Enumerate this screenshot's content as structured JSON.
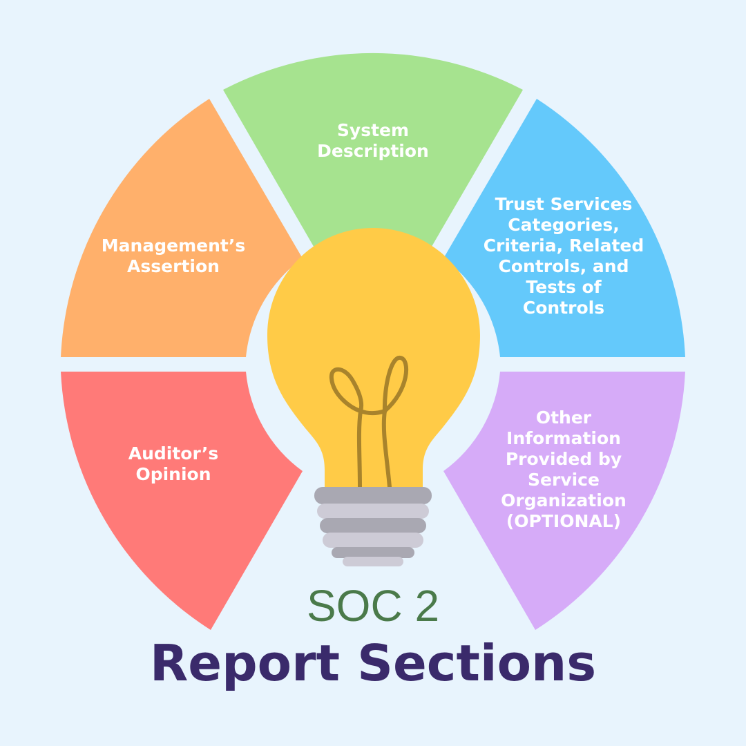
{
  "wheel": {
    "segments": [
      {
        "label": "System\nDescription",
        "color": "#a6e38f"
      },
      {
        "label": "Trust Services\nCategories,\nCriteria, Related\nControls, and\nTests of\nControls",
        "color": "#64c9fb"
      },
      {
        "label": "Other\nInformation\nProvided by\nService\nOrganization\n(OPTIONAL)",
        "color": "#d6abf8"
      },
      {
        "label": "Auditor’s\nOpinion",
        "color": "#ff7a78"
      },
      {
        "label": "Management’s\nAssertion",
        "color": "#ffb06b"
      }
    ]
  },
  "bulb": {
    "icon": "light-bulb-icon",
    "glass_color": "#ffcb47",
    "filament_color": "#a8832c",
    "base_color_dark": "#a9a8b2",
    "base_color_light": "#cdcbd6"
  },
  "heading": {
    "kicker": "SOC 2",
    "title": "Report Sections",
    "kicker_color": "#4a7a4a",
    "title_color": "#3a2a6b"
  }
}
